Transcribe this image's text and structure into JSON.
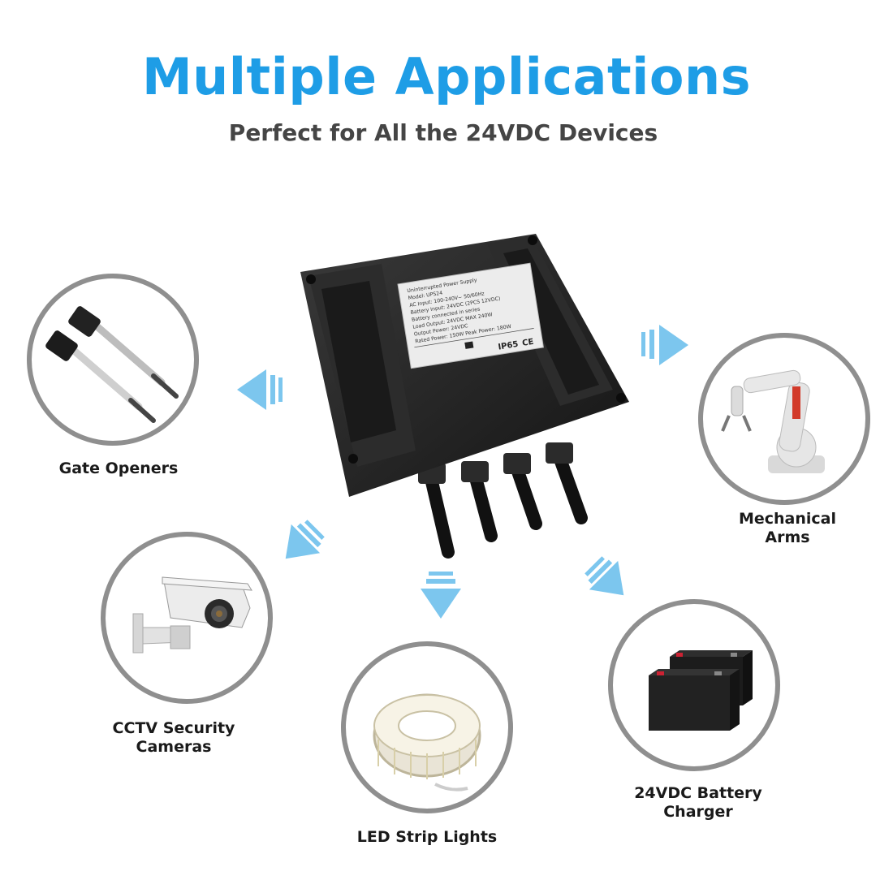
{
  "heading": {
    "title": "Multiple Applications",
    "subtitle": "Perfect for All the 24VDC Devices"
  },
  "device": {
    "label_lines": [
      "Uninterrupted Power Supply",
      "Model: UPS24",
      "AC Input: 100-240V~ 50/60Hz",
      "Battery Input: 24VDC (2PCS 12VDC)",
      "Battery connected in series",
      "Load Output: 24VDC MAX 240W",
      "Output Power: 24VDC",
      "Rated Power: 150W  Peak Power: 180W"
    ],
    "rating_badge": "IP65",
    "ce_mark": "CE"
  },
  "applications": [
    {
      "label": "Gate Openers",
      "icon": "linear-actuator-icon"
    },
    {
      "label": "Mechanical Arms",
      "icon": "robot-arm-icon"
    },
    {
      "label": "CCTV Security Cameras",
      "icon": "cctv-camera-icon"
    },
    {
      "label": "LED Strip Lights",
      "icon": "led-strip-icon"
    },
    {
      "label": "24VDC Battery Charger",
      "icon": "battery-icon"
    }
  ],
  "colors": {
    "title": "#1e9de6",
    "arrow": "#7cc6ee",
    "circle_border": "#8f8f8f",
    "device_body": "#222222"
  }
}
